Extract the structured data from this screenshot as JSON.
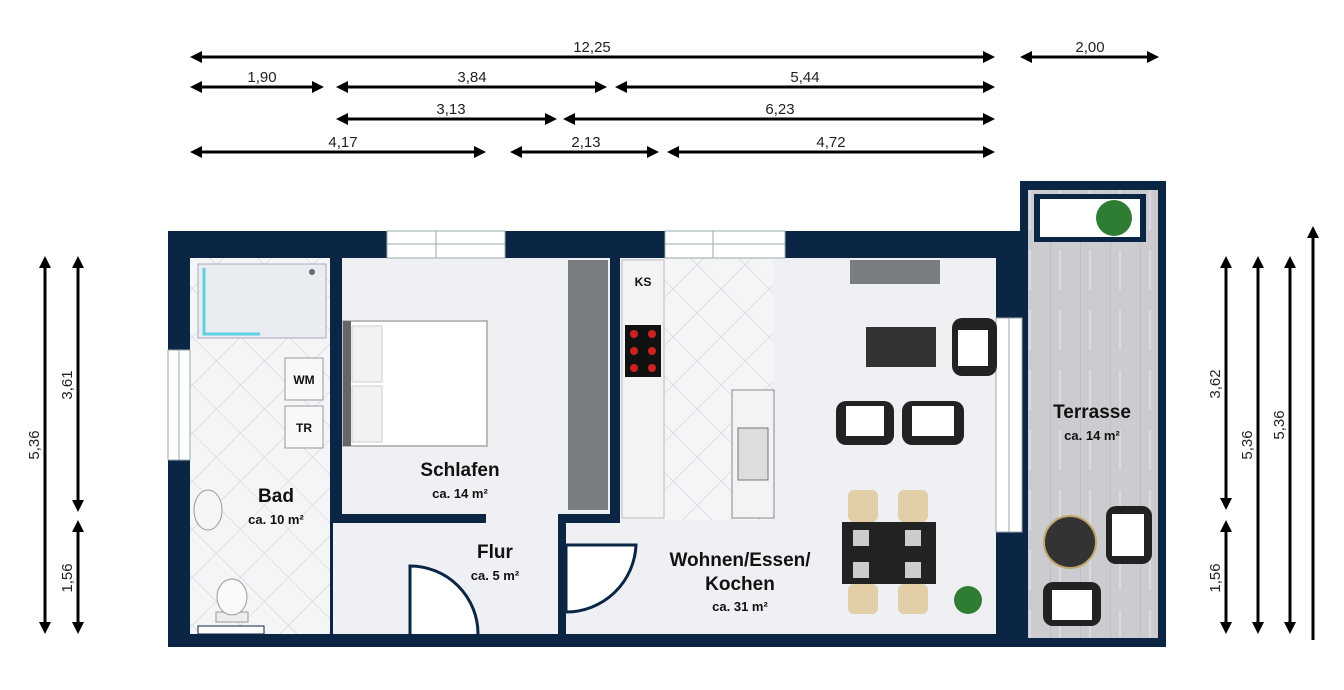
{
  "colors": {
    "wall": "#0b2545",
    "floor": "#eef0f4",
    "terrace": "#c9c9cd",
    "dimension": "#000000"
  },
  "dimensions": {
    "top": [
      "12,25",
      "2,00",
      "1,90",
      "3,84",
      "5,44",
      "3,13",
      "6,23",
      "4,17",
      "2,13",
      "4,72"
    ],
    "left": [
      "5,36",
      "3,61",
      "1,56"
    ],
    "right": [
      "3,62",
      "1,56",
      "5,36",
      "5,36"
    ]
  },
  "rooms": {
    "bad": {
      "name": "Bad",
      "area": "ca. 10 m²"
    },
    "schlafen": {
      "name": "Schlafen",
      "area": "ca. 14 m²"
    },
    "flur": {
      "name": "Flur",
      "area": "ca. 5 m²"
    },
    "wohnen": {
      "name_line1": "Wohnen/Essen/",
      "name_line2": "Kochen",
      "area": "ca. 31 m²"
    },
    "terrasse": {
      "name": "Terrasse",
      "area": "ca. 14 m²"
    }
  },
  "fixtures": {
    "fridge": "KS",
    "washer": "WM",
    "dryer": "TR"
  },
  "icons": [
    "bed-icon",
    "shower-icon",
    "toilet-icon",
    "sink-icon",
    "stove-icon",
    "table-icon",
    "chair-icon",
    "plant-icon",
    "door-icon",
    "window-icon"
  ]
}
